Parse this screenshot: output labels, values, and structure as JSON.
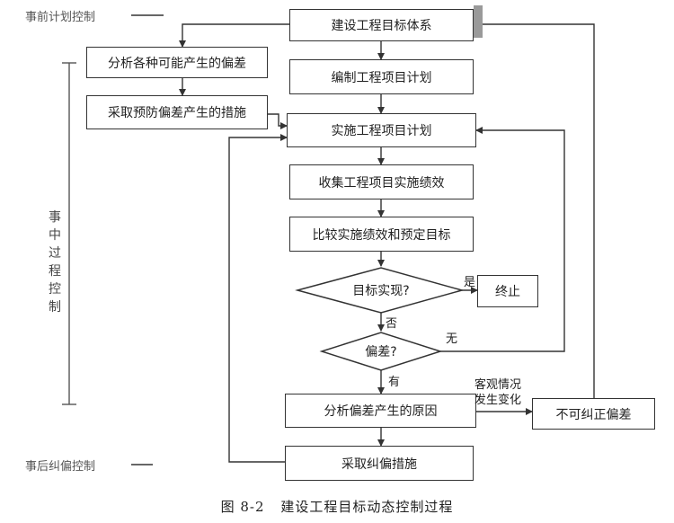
{
  "side_labels": {
    "pre": "事前计划控制",
    "mid": "事中过程控制",
    "post": "事后纠偏控制"
  },
  "boxes": {
    "target_system": "建设工程目标体系",
    "analyze_possible": "分析各种可能产生的偏差",
    "preventive": "采取预防偏差产生的措施",
    "compile_plan": "编制工程项目计划",
    "implement_plan": "实施工程项目计划",
    "collect_performance": "收集工程项目实施绩效",
    "compare": "比较实施绩效和预定目标",
    "terminate": "终止",
    "analyze_cause": "分析偏差产生的原因",
    "cannot_correct": "不可纠正偏差",
    "corrective": "采取纠偏措施"
  },
  "decisions": {
    "achieved": "目标实现?",
    "deviation": "偏差?"
  },
  "edge_labels": {
    "yes": "是",
    "no": "否",
    "none": "无",
    "have": "有",
    "objective_line1": "客观情况",
    "objective_line2": "发生变化"
  },
  "caption": {
    "number": "图 8-2",
    "title": "建设工程目标动态控制过程"
  }
}
